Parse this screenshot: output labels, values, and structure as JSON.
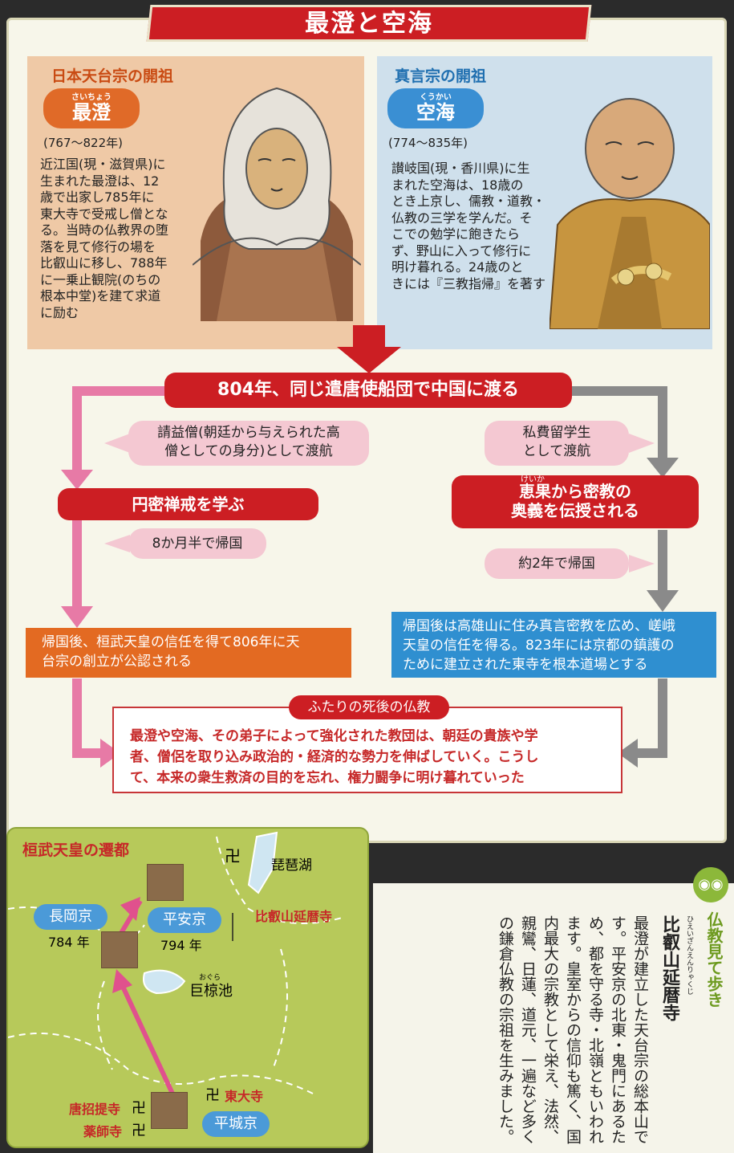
{
  "title": "最澄と空海",
  "saicho": {
    "role": "日本天台宗の開祖",
    "name": "最澄",
    "name_ruby": "さいちょう",
    "dates": "(767〜822年)",
    "bio": [
      "近江国(現・滋賀県)に",
      "生まれた最澄は、12",
      "歳で出家し785年に",
      "東大寺で受戒し僧とな",
      "る。当時の仏教界の堕",
      "落を見て修行の場を",
      "比叡山に移し、788年",
      "に一乗止観院(のちの",
      "根本中堂)を建て求道",
      "に励む"
    ]
  },
  "kukai": {
    "role": "真言宗の開祖",
    "name": "空海",
    "name_ruby": "くうかい",
    "dates": "(774〜835年)",
    "bio": [
      "讃岐国(現・香川県)に生",
      "まれた空海は、18歳の",
      "とき上京し、儒教・道教・",
      "仏教の三学を学んだ。そ",
      "こでの勉学に飽きたら",
      "ず、野山に入って修行に",
      "明け暮れる。24歳のと",
      "きには『三教指帰』を著す"
    ]
  },
  "flow": {
    "main": "804年、同じ遣唐使船団で中国に渡る",
    "left_bubble": [
      "請益僧(朝廷から与えられた高",
      "僧としての身分)として渡航"
    ],
    "right_bubble": [
      "私費留学生",
      "として渡航"
    ],
    "left_bar": "円密禅戒を学ぶ",
    "right_bar": [
      "恵果から密教の",
      "奥義を伝授される"
    ],
    "right_bar_ruby": "けいか",
    "left_return": "8か月半で帰国",
    "right_return": "約2年で帰国",
    "left_result": [
      "帰国後、桓武天皇の信任を得て806年に天",
      "台宗の創立が公認される"
    ],
    "right_result": [
      "帰国後は高雄山に住み真言密教を広め、嵯峨",
      "天皇の信任を得る。823年には京都の鎮護の",
      "ために建立された東寺を根本道場とする"
    ],
    "after_label": "ふたりの死後の仏教",
    "after_text": [
      "最澄や空海、その弟子によって強化された教団は、朝廷の貴族や学",
      "者、僧侶を取り込み政治的・経済的な勢力を伸ばしていく。こうし",
      "て、本来の衆生救済の目的を忘れ、権力闘争に明け暮れていった"
    ]
  },
  "map": {
    "title": "桓武天皇の遷都",
    "biwako": "琵琶湖",
    "enryakuji": "比叡山延暦寺",
    "nagaoka": "長岡京",
    "nagaoka_year": "784 年",
    "heian": "平安京",
    "heian_year": "794 年",
    "ogura_ruby": "おぐら",
    "ogura": "巨椋池",
    "todaiji": "東大寺",
    "toshodaiji": "唐招提寺",
    "yakushiji": "薬師寺",
    "heijo": "平城京"
  },
  "side": {
    "section": "仏教見て歩き",
    "heading": "比叡山延暦寺",
    "heading_ruby": "ひえいざんえんりゃくじ",
    "text": "最澄が建立した天台宗の総本山です。平安京の北東・鬼門にあるため、都を守る寺・北嶺ともいわれます。皇室からの信仰も篤く、国内最大の宗教として栄え、法然、親鸞、日蓮、道元、一遍など多くの鎌倉仏教の宗祖を生みました。"
  },
  "colors": {
    "red": "#cc1e23",
    "orange": "#e36a22",
    "blue": "#2f8fd0",
    "pink": "#e77aa6",
    "gray": "#8a8a8a",
    "green": "#b7c95a"
  }
}
